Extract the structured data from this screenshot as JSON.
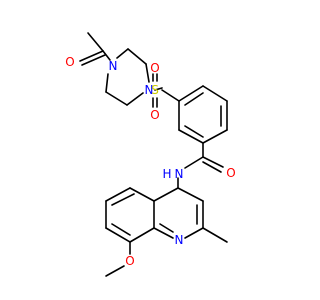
{
  "molecule": {
    "colors": {
      "bond": "#000000",
      "carbon_text": "#000000",
      "oxygen": "#ff0000",
      "nitrogen": "#0000ff",
      "sulfur": "#cccc00"
    },
    "atoms": {
      "o_acetyl": "O",
      "n_pip_top": "N",
      "n_pip_bottom": "N",
      "sulfur": "S",
      "o_sulfonyl_top": "O",
      "o_sulfonyl_bottom": "O",
      "o_amide": "O",
      "amide_n": "N",
      "amide_h": "H",
      "n_quinoline": "N",
      "o_methoxy": "O"
    }
  }
}
